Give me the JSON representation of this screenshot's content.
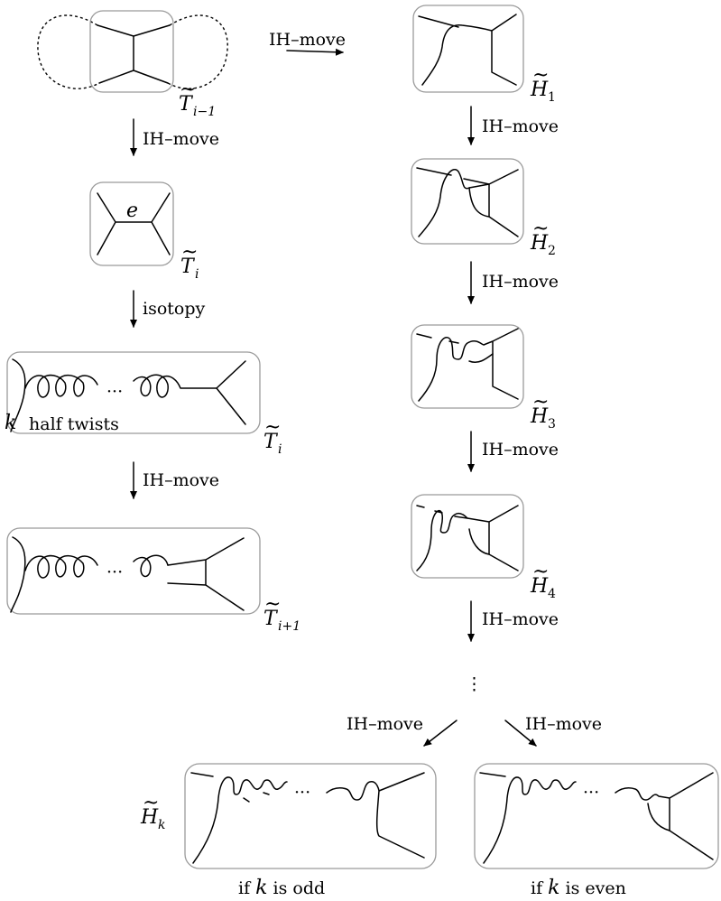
{
  "move_label": "IH–move",
  "isotopy_label": "isotopy",
  "k_var": "k",
  "half_twists_label": "half twists",
  "e_label": "e",
  "ellipsis_h": "···",
  "ellipsis_v": "⋮",
  "T_letter": "T",
  "H_letter": "H",
  "tilde": "~",
  "sub_i_minus_1": "i−1",
  "sub_i": "i",
  "sub_i_plus_1": "i+1",
  "sub_1": "1",
  "sub_2": "2",
  "sub_3": "3",
  "sub_4": "4",
  "sub_k": "k",
  "caption_odd_prefix": "if ",
  "caption_odd_suffix": " is odd",
  "caption_even_prefix": "if ",
  "caption_even_suffix": " is even"
}
